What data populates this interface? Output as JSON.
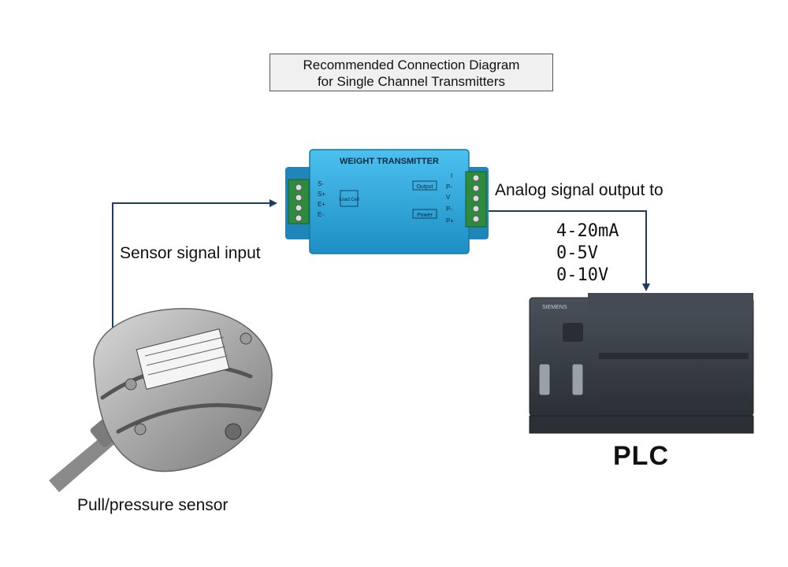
{
  "title": {
    "line1": "Recommended Connection Diagram",
    "line2": "for Single Channel Transmitters"
  },
  "labels": {
    "sensor_input": "Sensor signal input",
    "analog_output": "Analog signal output to",
    "sensor_name": "Pull/pressure sensor",
    "plc": "PLC"
  },
  "signals": [
    "4-20mA",
    "0-5V",
    "0-10V"
  ],
  "transmitter": {
    "name": "WEIGHT TRANSMITTER",
    "input_pins": [
      "S-",
      "S+",
      "E+",
      "E-"
    ],
    "input_group": "Load Cell",
    "output_pins": [
      "I",
      "P-",
      "V",
      "P-",
      "P+"
    ],
    "output_group": "Output",
    "power_group": "Power"
  },
  "plc_device": {
    "brand": "SIEMENS"
  },
  "colors": {
    "arrow": "#1f3b63",
    "transmitter_body": "#27a3d8",
    "terminal": "#2e8b3d",
    "plc_body": "#3a4048"
  }
}
